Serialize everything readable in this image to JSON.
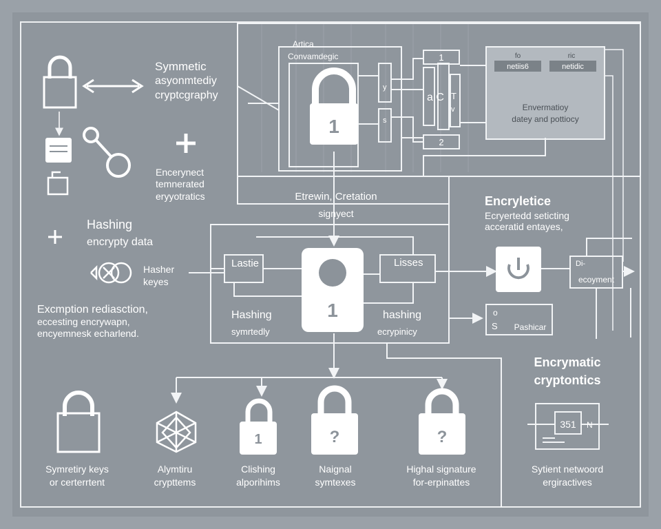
{
  "colors": {
    "background": "#9aa1a8",
    "panel": "#8c939a",
    "line": "#f2f4f6",
    "icon_fill": "#ffffff",
    "icon_dark": "#8c939a",
    "text": "#ffffff",
    "text_dark": "#4a5056",
    "box_fill": "#b3b9bf",
    "box_header": "#7b8288"
  },
  "left": {
    "symmetric_title": [
      "Symmetic",
      "asyonmtediy",
      "cryptcgraphy"
    ],
    "encryption_text": [
      "Encerynect",
      "temnerated",
      "eryyotratics"
    ],
    "hashing_title": "Hashing",
    "hashing_sub": "encrypty data",
    "hasher_keys": [
      "Hasher",
      "keyes"
    ],
    "exception_text": [
      "Excmption rediasction,",
      "eccesting encrywapn,",
      "encyemnesk echarlend."
    ]
  },
  "top": {
    "artica_label": "Artica",
    "conv_label": "Convamdegic",
    "mini_y": "y",
    "mini_s": "s",
    "box_1": "1",
    "box_2": "2",
    "stack_a_c": "a C",
    "stack_t": "T",
    "stack_v": "v",
    "right_box_labels": [
      "fo",
      "ric"
    ],
    "right_box_tabs": [
      "netiis6",
      "netidic"
    ],
    "right_box_caption": [
      "Envermatioy",
      "datey and pottiocy"
    ]
  },
  "center": {
    "creation_label": "Etrewin, Cretation",
    "signyect_label": "signyect",
    "lastie_label": "Lastie",
    "lisses_label": "Lisses",
    "hashing_left": "Hashing",
    "hashing_right": "hashing",
    "symrtedly_label": "symrtedly",
    "ecrypinicy_label": "ecrypinicy"
  },
  "right": {
    "encryletice_title": "Encryletice",
    "encryletice_sub": [
      "Ecryertedd seticting",
      "acceratid entayes,"
    ],
    "ecry_box_top": "Di-",
    "ecry_box_label": "ecoyment",
    "pasher_label": "Pashicar",
    "pasher_icon_o": "o",
    "pasher_icon_s": "S",
    "encrymatic_title": [
      "Encrymatic",
      "cryptontics"
    ],
    "net_box_number": "351",
    "net_box_n": "N",
    "network_caption": [
      "Sytient netwoord",
      "ergiractives"
    ]
  },
  "bottom_captions": [
    [
      "Symretiry keys",
      "or certerrtent"
    ],
    [
      "Alymtiru",
      "crypttems"
    ],
    [
      "Clishing",
      "alporihims"
    ],
    [
      "Naignal",
      "symtexes"
    ],
    [
      "Highal signature",
      "for-erpinattes"
    ]
  ],
  "bottom_lock_marks": [
    "1",
    "?",
    "?"
  ],
  "lock_top_keyhole": "1",
  "lock_center_keyhole": "1"
}
